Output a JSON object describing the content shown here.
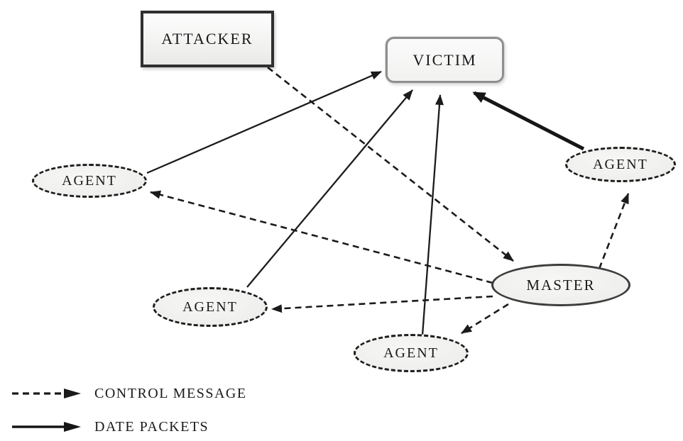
{
  "figure": {
    "background": "#ffffff",
    "stroke_color": "#1b1b1b",
    "node_fill": "#f1f1f0"
  },
  "nodes": {
    "attacker": {
      "label": "ATTACKER",
      "shape": "rectangle",
      "border": "solid"
    },
    "victim": {
      "label": "VICTIM",
      "shape": "rounded-rectangle",
      "border": "solid"
    },
    "master": {
      "label": "MASTER",
      "shape": "ellipse",
      "border": "solid"
    },
    "agent_left": {
      "label": "AGENT",
      "shape": "ellipse",
      "border": "dashed"
    },
    "agent_mid_left": {
      "label": "AGENT",
      "shape": "ellipse",
      "border": "dashed"
    },
    "agent_bottom": {
      "label": "AGENT",
      "shape": "ellipse",
      "border": "dashed"
    },
    "agent_top_right": {
      "label": "AGENT",
      "shape": "ellipse",
      "border": "dashed"
    }
  },
  "edges": [
    {
      "from": "attacker",
      "to": "master",
      "type": "control-message",
      "style": "dashed-arrow"
    },
    {
      "from": "master",
      "to": "agent_left",
      "type": "control-message",
      "style": "dashed-arrow"
    },
    {
      "from": "master",
      "to": "agent_mid_left",
      "type": "control-message",
      "style": "dashed-arrow"
    },
    {
      "from": "master",
      "to": "agent_bottom",
      "type": "control-message",
      "style": "dashed-arrow"
    },
    {
      "from": "master",
      "to": "agent_top_right",
      "type": "control-message",
      "style": "dashed-arrow"
    },
    {
      "from": "agent_left",
      "to": "victim",
      "type": "data-packets",
      "style": "solid-arrow"
    },
    {
      "from": "agent_mid_left",
      "to": "victim",
      "type": "data-packets",
      "style": "solid-arrow"
    },
    {
      "from": "agent_bottom",
      "to": "victim",
      "type": "data-packets",
      "style": "solid-arrow"
    },
    {
      "from": "agent_top_right",
      "to": "victim",
      "type": "data-packets",
      "style": "solid-arrow-thick"
    }
  ],
  "legend": {
    "control_message": {
      "label": "CONTROL MESSAGE",
      "line_style": "dashed"
    },
    "data_packets": {
      "label": "DATE PACKETS",
      "line_style": "solid"
    }
  }
}
